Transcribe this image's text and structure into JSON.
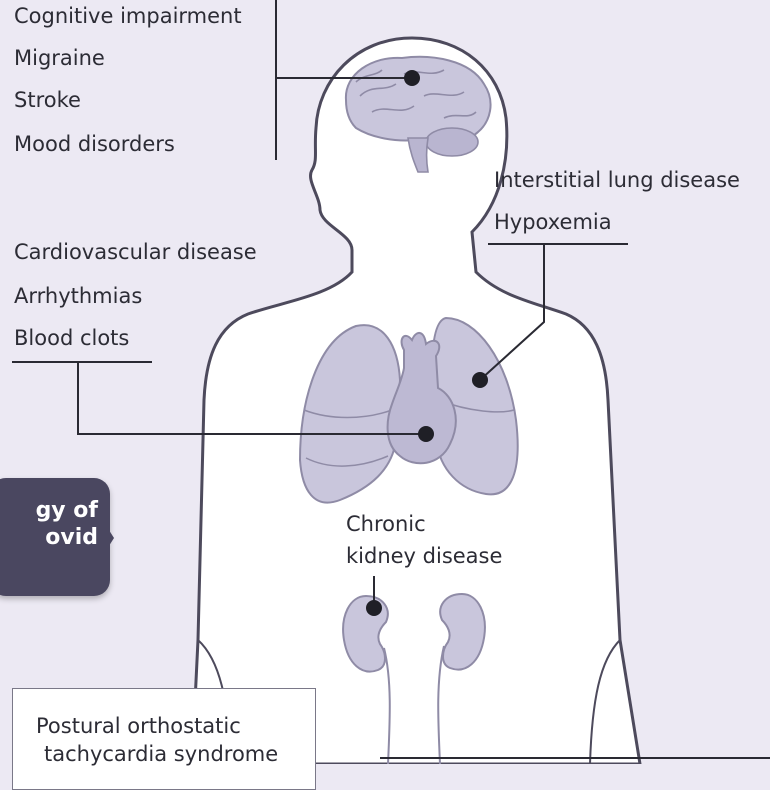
{
  "brain_labels": [
    "Cognitive impairment",
    "Migraine",
    "Stroke",
    "Mood disorders"
  ],
  "lung_labels": [
    "Interstitial lung disease",
    "Hypoxemia"
  ],
  "heart_labels": [
    "Cardiovascular disease",
    "Arrhythmias",
    "Blood clots"
  ],
  "kidney_label": {
    "line1": "Chronic",
    "line2": "kidney disease"
  },
  "callout": {
    "line1": "gy of",
    "line2": "ovid"
  },
  "pots": {
    "line1": "Postural orthostatic",
    "line2": "tachycardia syndrome"
  },
  "colors": {
    "background": "#ece9f3",
    "body_fill": "#ffffff",
    "body_outline": "#4d4a5c",
    "organ_fill": "#c9c6dc",
    "organ_stroke": "#8f8ba6",
    "leader_line": "#2a2a33",
    "callout_fill": "#4a4760"
  },
  "icons": [
    "brain-icon",
    "lungs-icon",
    "heart-icon",
    "kidneys-icon"
  ]
}
